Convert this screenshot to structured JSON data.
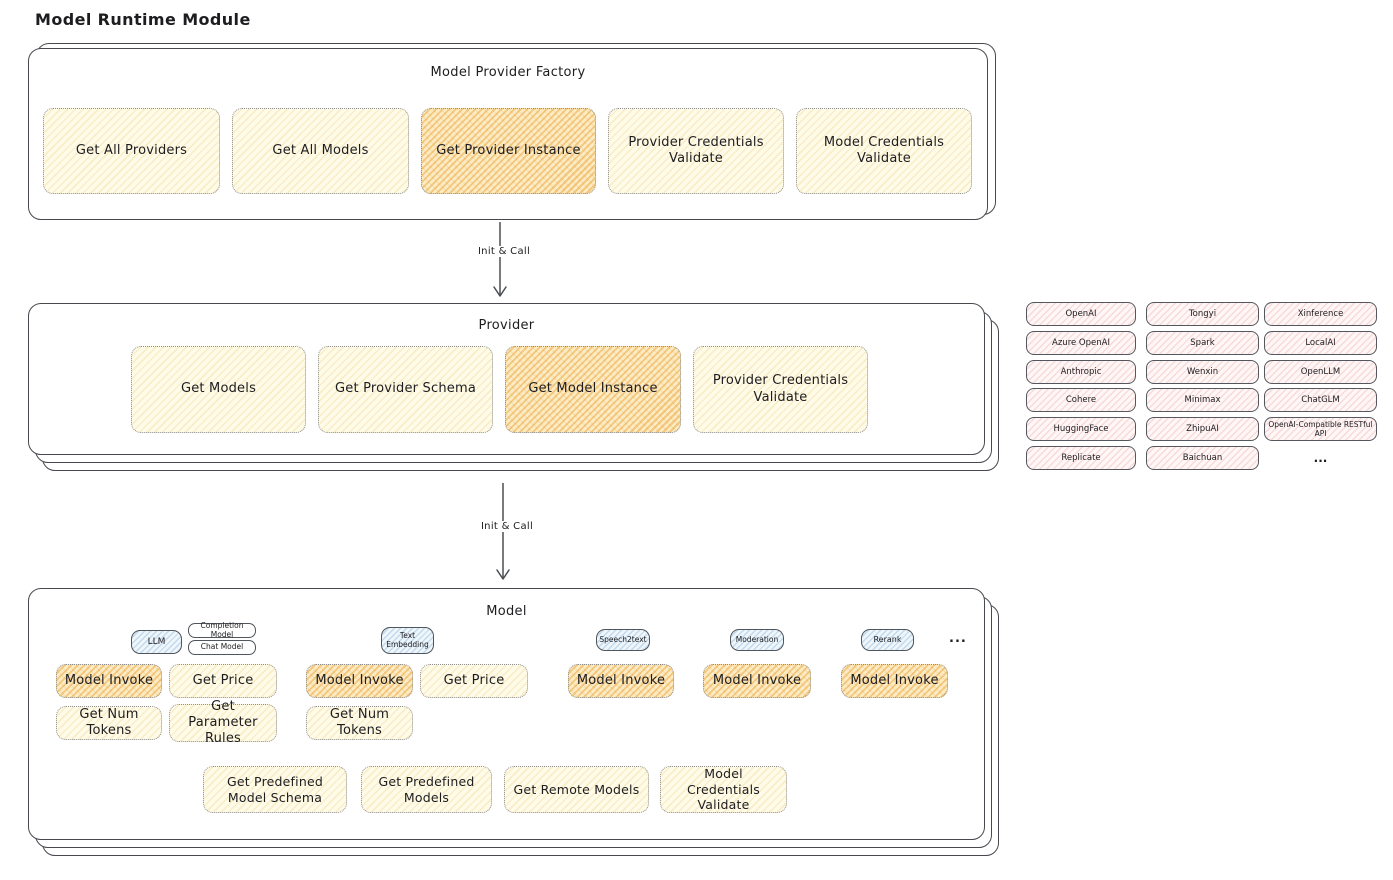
{
  "title": "Model Runtime Module",
  "arrows": {
    "factory_to_provider": "Init & Call",
    "provider_to_model": "Init & Call"
  },
  "factory": {
    "title": "Model Provider Factory",
    "functions": [
      {
        "label": "Get All Providers",
        "highlighted": false
      },
      {
        "label": "Get All Models",
        "highlighted": false
      },
      {
        "label": "Get Provider Instance",
        "highlighted": true
      },
      {
        "label": "Provider Credentials Validate",
        "highlighted": false
      },
      {
        "label": "Model Credentials Validate",
        "highlighted": false
      }
    ]
  },
  "provider": {
    "title": "Provider",
    "functions": [
      {
        "label": "Get Models",
        "highlighted": false
      },
      {
        "label": "Get Provider Schema",
        "highlighted": false
      },
      {
        "label": "Get Model Instance",
        "highlighted": true
      },
      {
        "label": "Provider Credentials Validate",
        "highlighted": false
      }
    ]
  },
  "providers_list": {
    "rows": [
      [
        "OpenAI",
        "Tongyi",
        "Xinference"
      ],
      [
        "Azure OpenAI",
        "Spark",
        "LocalAI"
      ],
      [
        "Anthropic",
        "Wenxin",
        "OpenLLM"
      ],
      [
        "Cohere",
        "Minimax",
        "ChatGLM"
      ],
      [
        "HuggingFace",
        "ZhipuAI",
        "OpenAI-Compatible RESTful API"
      ],
      [
        "Replicate",
        "Baichuan",
        "..."
      ]
    ]
  },
  "model": {
    "title": "Model",
    "type_tags": [
      {
        "label": "LLM",
        "style": "blue"
      },
      {
        "label": "Completion Model",
        "style": "white"
      },
      {
        "label": "Chat Model",
        "style": "white"
      },
      {
        "label": "Text Embedding",
        "style": "blue"
      },
      {
        "label": "Speech2text",
        "style": "blue"
      },
      {
        "label": "Moderation",
        "style": "blue"
      },
      {
        "label": "Rerank",
        "style": "blue"
      },
      {
        "label": "...",
        "style": "plain"
      }
    ],
    "functions": [
      {
        "label": "Model Invoke",
        "group": "llm",
        "highlighted": true
      },
      {
        "label": "Get Price",
        "group": "llm",
        "highlighted": false
      },
      {
        "label": "Get Num Tokens",
        "group": "llm",
        "highlighted": false
      },
      {
        "label": "Get Parameter Rules",
        "group": "llm",
        "highlighted": false
      },
      {
        "label": "Model Invoke",
        "group": "text-embedding",
        "highlighted": true
      },
      {
        "label": "Get Price",
        "group": "text-embedding",
        "highlighted": false
      },
      {
        "label": "Get Num Tokens",
        "group": "text-embedding",
        "highlighted": false
      },
      {
        "label": "Model Invoke",
        "group": "speech2text",
        "highlighted": true
      },
      {
        "label": "Model Invoke",
        "group": "moderation",
        "highlighted": true
      },
      {
        "label": "Model Invoke",
        "group": "rerank",
        "highlighted": true
      }
    ],
    "shared_functions": [
      "Get Predefined Model Schema",
      "Get Predefined Models",
      "Get Remote Models",
      "Model Credentials Validate"
    ]
  },
  "colors": {
    "stroke": "#46494e",
    "yellow_fill": "#fffbe9",
    "orange_fill": "#f7d897",
    "pink_fill": "#fdeaea",
    "blue_fill": "#dcecf9",
    "text": "#1d1d20"
  }
}
